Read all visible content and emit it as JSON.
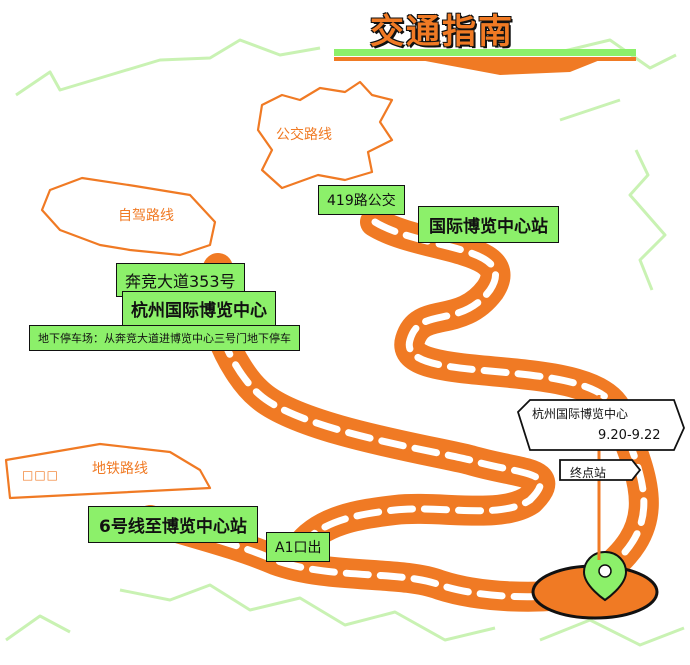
{
  "title": "交通指南",
  "bus": {
    "title": "公交路线",
    "line": "419路公交",
    "stop": "国际博览中心站"
  },
  "car": {
    "title": "自驾路线",
    "address": "奔竞大道353号",
    "destination": "杭州国际博览中心",
    "parking": "地下停车场：从奔竞大道进博览中心三号门地下停车"
  },
  "metro": {
    "title": "地铁路线",
    "icon_text": "□□□",
    "line": "6号线至博览中心站",
    "exit": "A1口出"
  },
  "end": {
    "venue": "杭州国际博览中心",
    "dates": "9.20-9.22",
    "label": "终点站"
  },
  "icons": {
    "destination_pin": "location-pin-icon"
  },
  "colors": {
    "orange": "#f07a24",
    "green": "#8cf06a",
    "light_green": "#c9f2b3",
    "ink": "#111111",
    "white": "#ffffff"
  }
}
